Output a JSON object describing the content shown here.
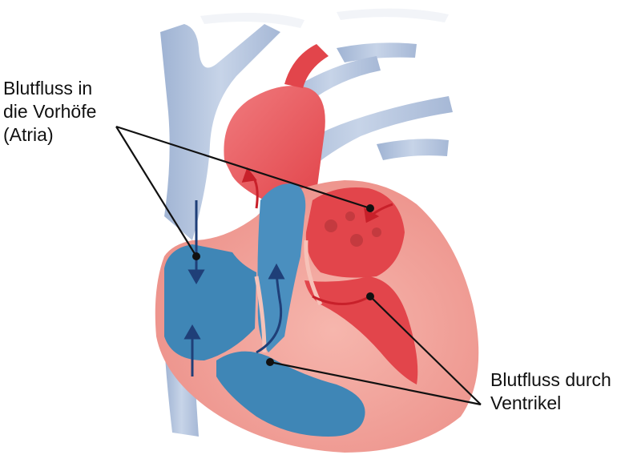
{
  "labels": {
    "atria": {
      "lines": [
        "Blutfluss in",
        "die Vorhöfe",
        "(Atria)"
      ]
    },
    "ventricles": {
      "lines": [
        "Blutfluss durch",
        "Ventrikel"
      ]
    }
  },
  "colors": {
    "oxygenated": "#e2454b",
    "oxygenated_light": "#f2a3a0",
    "deoxygenated": "#3f86b6",
    "deoxygenated_light": "#a9bfd8",
    "vessel_pale": "#c9d4e6",
    "wall": "#f0a49c",
    "arrow_dark": "#1f3f78",
    "arrow_red": "#c8202a",
    "leader_line": "#111111"
  }
}
